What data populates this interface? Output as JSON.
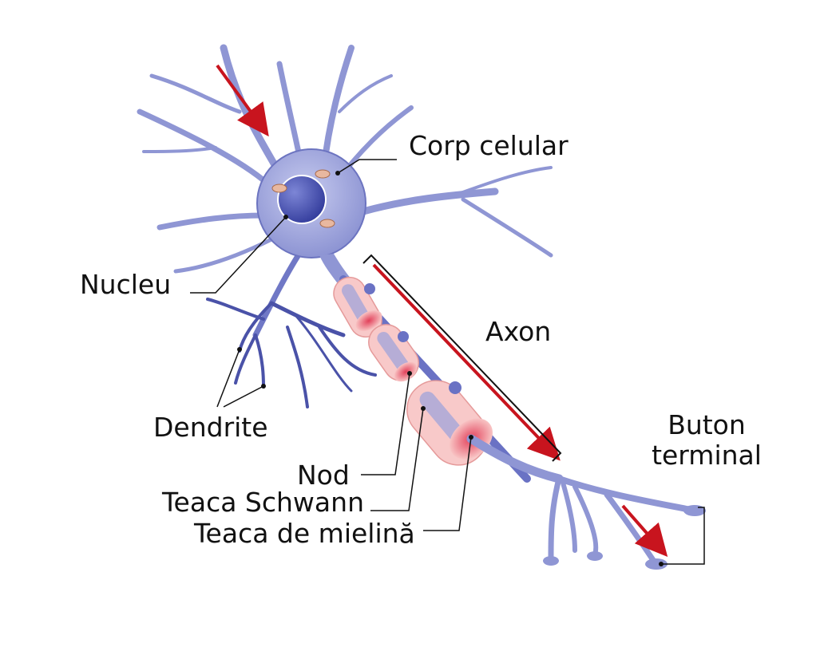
{
  "labels": {
    "corp_celular": "Corp celular",
    "nucleu": "Nucleu",
    "axon": "Axon",
    "dendrite": "Dendrite",
    "buton_line1": "Buton",
    "buton_line2": "terminal",
    "nod": "Nod",
    "teaca_schwann": "Teaca Schwann",
    "teaca_mielina": "Teaca de mielină"
  },
  "colors": {
    "neuron_fill": "#8f96d4",
    "neuron_dark": "#4a52a8",
    "nucleus": "#3b44a6",
    "myelin": "#f8c4c4",
    "node": "#e56070",
    "arrow": "#c8141e",
    "leader": "#111111"
  }
}
